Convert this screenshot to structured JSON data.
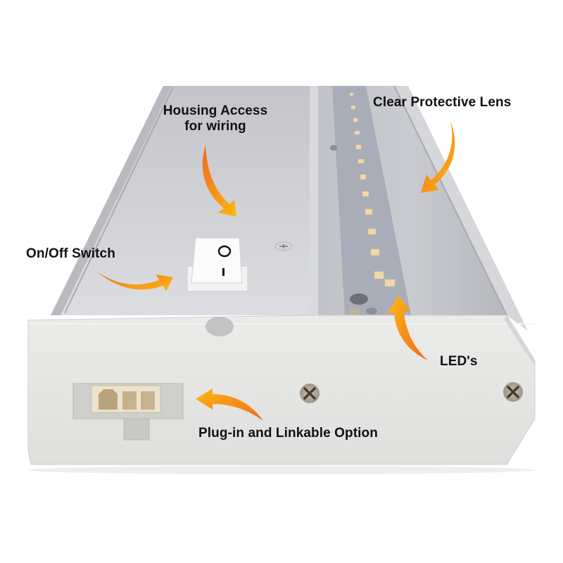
{
  "product": {
    "description": "LED under-cabinet light fixture, end view with annotated features",
    "body_color": "#e4e4e2",
    "top_color": "#cfd0d4",
    "lens_color": "#c3c5ca",
    "led_color": "#f3d9a8",
    "arrow_color_start": "#f06a1e",
    "arrow_color_end": "#fdb813"
  },
  "callouts": {
    "housing_access": {
      "line1": "Housing Access",
      "line2": "for wiring"
    },
    "clear_lens": {
      "label": "Clear Protective Lens"
    },
    "on_off_switch": {
      "label": "On/Off Switch"
    },
    "leds": {
      "label": "LED's"
    },
    "plug_in": {
      "label": "Plug-in and Linkable Option"
    }
  },
  "switch": {
    "off_symbol": "O",
    "on_symbol": "I"
  },
  "led_strip": {
    "led_count": 14
  }
}
